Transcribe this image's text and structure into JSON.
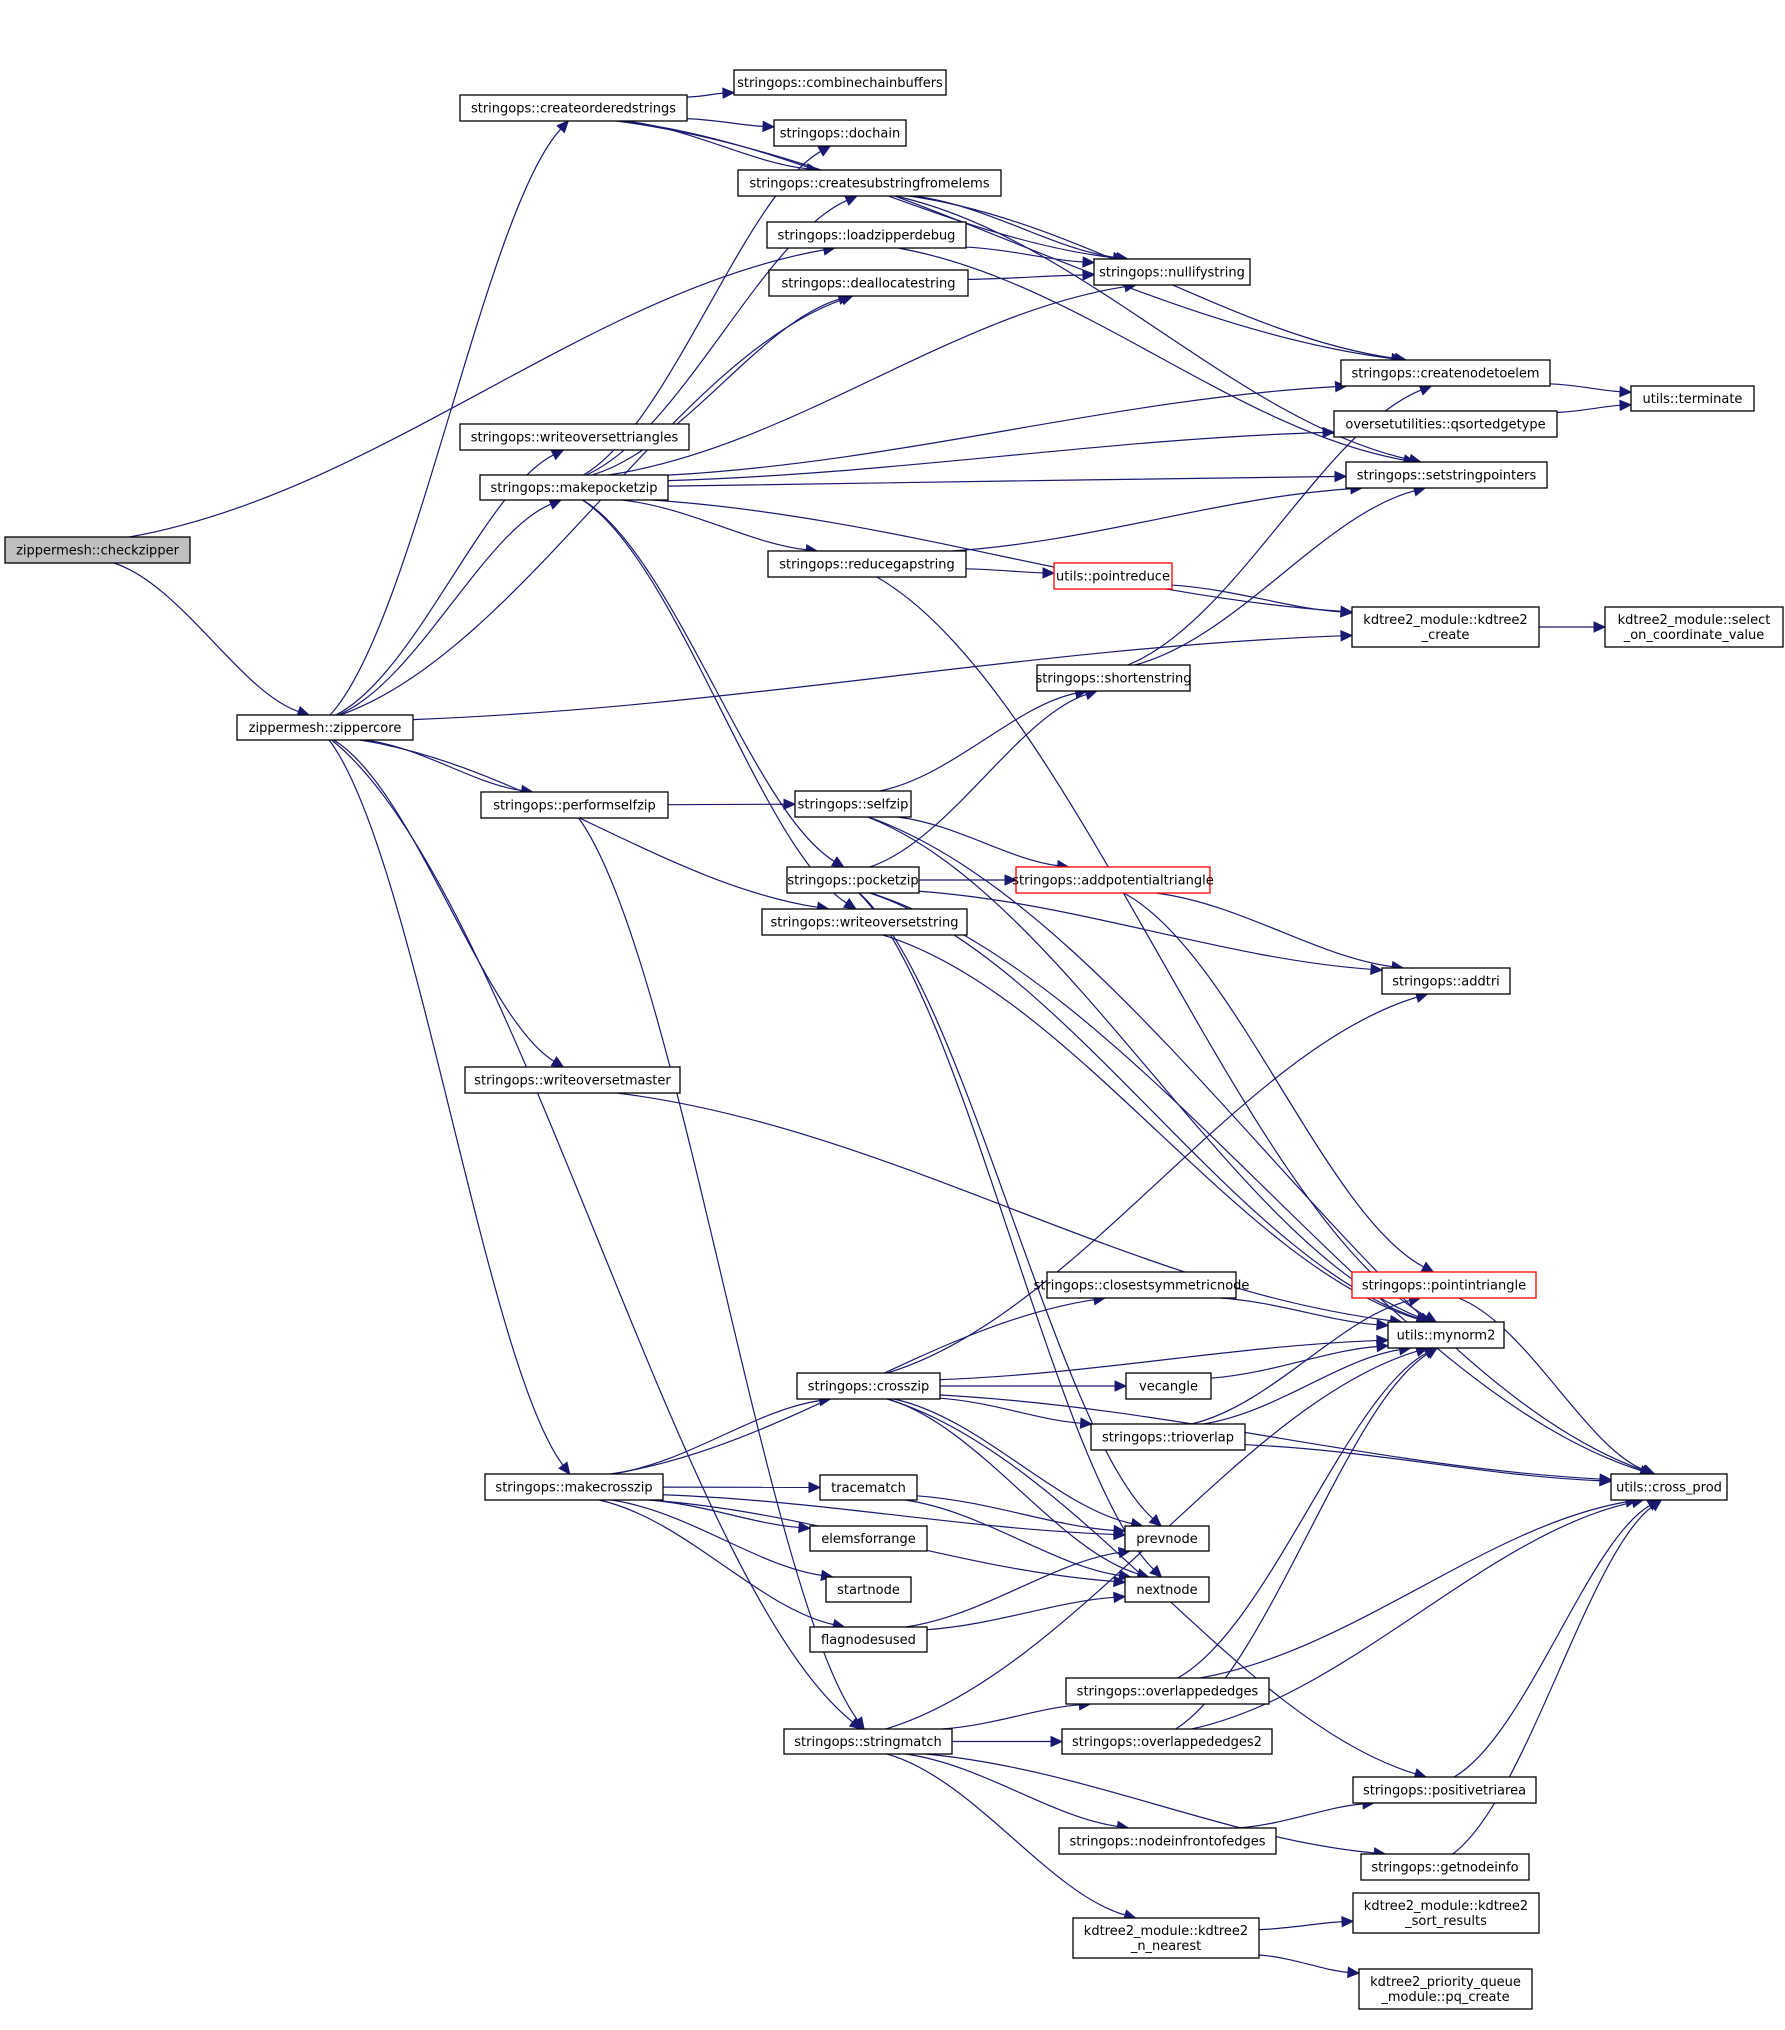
{
  "diagram": {
    "type": "call-graph",
    "colors": {
      "edge": "#191970",
      "root_fill": "#bfbfbf",
      "node_border": "#000000",
      "truncated_border": "#ff0000"
    },
    "nodes": [
      {
        "id": "checkzipper",
        "label": [
          "zippermesh::checkzipper"
        ],
        "style": "root"
      },
      {
        "id": "zippercore",
        "label": [
          "zippermesh::zippercore"
        ],
        "style": "normal"
      },
      {
        "id": "createorderedstrings",
        "label": [
          "stringops::createorderedstrings"
        ],
        "style": "normal"
      },
      {
        "id": "combinechainbuffers",
        "label": [
          "stringops::combinechainbuffers"
        ],
        "style": "normal"
      },
      {
        "id": "dochain",
        "label": [
          "stringops::dochain"
        ],
        "style": "normal"
      },
      {
        "id": "createsubstringfromelems",
        "label": [
          "stringops::createsubstringfromelems"
        ],
        "style": "normal"
      },
      {
        "id": "loadzipperdebug",
        "label": [
          "stringops::loadzipperdebug"
        ],
        "style": "normal"
      },
      {
        "id": "deallocatestring",
        "label": [
          "stringops::deallocatestring"
        ],
        "style": "normal"
      },
      {
        "id": "nullifystring",
        "label": [
          "stringops::nullifystring"
        ],
        "style": "normal"
      },
      {
        "id": "writeoversettriangles",
        "label": [
          "stringops::writeoversettriangles"
        ],
        "style": "normal"
      },
      {
        "id": "makepocketzip",
        "label": [
          "stringops::makepocketzip"
        ],
        "style": "normal"
      },
      {
        "id": "createnodetoelem",
        "label": [
          "stringops::createnodetoelem"
        ],
        "style": "normal"
      },
      {
        "id": "qsortedgetype",
        "label": [
          "oversetutilities::qsortedgetype"
        ],
        "style": "normal"
      },
      {
        "id": "setstringpointers",
        "label": [
          "stringops::setstringpointers"
        ],
        "style": "normal"
      },
      {
        "id": "terminate",
        "label": [
          "utils::terminate"
        ],
        "style": "normal"
      },
      {
        "id": "reducegapstring",
        "label": [
          "stringops::reducegapstring"
        ],
        "style": "normal"
      },
      {
        "id": "pointreduce",
        "label": [
          "utils::pointreduce"
        ],
        "style": "truncated"
      },
      {
        "id": "kdtree2_create",
        "label": [
          "kdtree2_module::kdtree2",
          "_create"
        ],
        "style": "normal"
      },
      {
        "id": "select_on_coordinate_value",
        "label": [
          "kdtree2_module::select",
          "_on_coordinate_value"
        ],
        "style": "normal"
      },
      {
        "id": "shortenstring",
        "label": [
          "stringops::shortenstring"
        ],
        "style": "normal"
      },
      {
        "id": "performselfzip",
        "label": [
          "stringops::performselfzip"
        ],
        "style": "normal"
      },
      {
        "id": "selfzip",
        "label": [
          "stringops::selfzip"
        ],
        "style": "normal"
      },
      {
        "id": "pocketzip",
        "label": [
          "stringops::pocketzip"
        ],
        "style": "normal"
      },
      {
        "id": "addpotentialtriangle",
        "label": [
          "stringops::addpotentialtriangle"
        ],
        "style": "truncated"
      },
      {
        "id": "writeoversetstring",
        "label": [
          "stringops::writeoversetstring"
        ],
        "style": "normal"
      },
      {
        "id": "addtri",
        "label": [
          "stringops::addtri"
        ],
        "style": "normal"
      },
      {
        "id": "writeoversetmaster",
        "label": [
          "stringops::writeoversetmaster"
        ],
        "style": "normal"
      },
      {
        "id": "closestsymmetricnode",
        "label": [
          "stringops::closestsymmetricnode"
        ],
        "style": "normal"
      },
      {
        "id": "pointintriangle",
        "label": [
          "stringops::pointintriangle"
        ],
        "style": "truncated"
      },
      {
        "id": "mynorm2",
        "label": [
          "utils::mynorm2"
        ],
        "style": "normal"
      },
      {
        "id": "crosszip",
        "label": [
          "stringops::crosszip"
        ],
        "style": "normal"
      },
      {
        "id": "vecangle",
        "label": [
          "vecangle"
        ],
        "style": "normal"
      },
      {
        "id": "trioverlap",
        "label": [
          "stringops::trioverlap"
        ],
        "style": "normal"
      },
      {
        "id": "cross_prod",
        "label": [
          "utils::cross_prod"
        ],
        "style": "normal"
      },
      {
        "id": "makecrosszip",
        "label": [
          "stringops::makecrosszip"
        ],
        "style": "normal"
      },
      {
        "id": "tracematch",
        "label": [
          "tracematch"
        ],
        "style": "normal"
      },
      {
        "id": "elemsforrange",
        "label": [
          "elemsforrange"
        ],
        "style": "normal"
      },
      {
        "id": "startnode",
        "label": [
          "startnode"
        ],
        "style": "normal"
      },
      {
        "id": "flagnodesused",
        "label": [
          "flagnodesused"
        ],
        "style": "normal"
      },
      {
        "id": "prevnode",
        "label": [
          "prevnode"
        ],
        "style": "normal"
      },
      {
        "id": "nextnode",
        "label": [
          "nextnode"
        ],
        "style": "normal"
      },
      {
        "id": "overlappededges",
        "label": [
          "stringops::overlappededges"
        ],
        "style": "normal"
      },
      {
        "id": "stringmatch",
        "label": [
          "stringops::stringmatch"
        ],
        "style": "normal"
      },
      {
        "id": "overlappededges2",
        "label": [
          "stringops::overlappededges2"
        ],
        "style": "normal"
      },
      {
        "id": "positivetriarea",
        "label": [
          "stringops::positivetriarea"
        ],
        "style": "normal"
      },
      {
        "id": "nodeinfrontofedges",
        "label": [
          "stringops::nodeinfrontofedges"
        ],
        "style": "normal"
      },
      {
        "id": "getnodeinfo",
        "label": [
          "stringops::getnodeinfo"
        ],
        "style": "normal"
      },
      {
        "id": "kdtree2_n_nearest",
        "label": [
          "kdtree2_module::kdtree2",
          "_n_nearest"
        ],
        "style": "normal"
      },
      {
        "id": "kdtree2_sort_results",
        "label": [
          "kdtree2_module::kdtree2",
          "_sort_results"
        ],
        "style": "normal"
      },
      {
        "id": "pq_create",
        "label": [
          "kdtree2_priority_queue",
          "_module::pq_create"
        ],
        "style": "normal"
      }
    ],
    "edges": [
      [
        "checkzipper",
        "zippercore"
      ],
      [
        "checkzipper",
        "loadzipperdebug"
      ],
      [
        "zippercore",
        "createorderedstrings"
      ],
      [
        "zippercore",
        "deallocatestring"
      ],
      [
        "zippercore",
        "writeoversettriangles"
      ],
      [
        "zippercore",
        "makepocketzip"
      ],
      [
        "zippercore",
        "kdtree2_create"
      ],
      [
        "zippercore",
        "performselfzip"
      ],
      [
        "zippercore",
        "writeoversetstring"
      ],
      [
        "zippercore",
        "writeoversetmaster"
      ],
      [
        "zippercore",
        "makecrosszip"
      ],
      [
        "zippercore",
        "stringmatch"
      ],
      [
        "createorderedstrings",
        "combinechainbuffers"
      ],
      [
        "createorderedstrings",
        "dochain"
      ],
      [
        "createorderedstrings",
        "createsubstringfromelems"
      ],
      [
        "createorderedstrings",
        "nullifystring"
      ],
      [
        "createorderedstrings",
        "createnodetoelem"
      ],
      [
        "createsubstringfromelems",
        "nullifystring"
      ],
      [
        "createsubstringfromelems",
        "createnodetoelem"
      ],
      [
        "createsubstringfromelems",
        "setstringpointers"
      ],
      [
        "loadzipperdebug",
        "nullifystring"
      ],
      [
        "loadzipperdebug",
        "setstringpointers"
      ],
      [
        "deallocatestring",
        "nullifystring"
      ],
      [
        "makepocketzip",
        "dochain"
      ],
      [
        "makepocketzip",
        "createsubstringfromelems"
      ],
      [
        "makepocketzip",
        "deallocatestring"
      ],
      [
        "makepocketzip",
        "nullifystring"
      ],
      [
        "makepocketzip",
        "createnodetoelem"
      ],
      [
        "makepocketzip",
        "qsortedgetype"
      ],
      [
        "makepocketzip",
        "setstringpointers"
      ],
      [
        "makepocketzip",
        "reducegapstring"
      ],
      [
        "makepocketzip",
        "kdtree2_create"
      ],
      [
        "makepocketzip",
        "pocketzip"
      ],
      [
        "makepocketzip",
        "writeoversetstring"
      ],
      [
        "createnodetoelem",
        "terminate"
      ],
      [
        "qsortedgetype",
        "terminate"
      ],
      [
        "reducegapstring",
        "setstringpointers"
      ],
      [
        "reducegapstring",
        "pointreduce"
      ],
      [
        "reducegapstring",
        "mynorm2"
      ],
      [
        "pointreduce",
        "kdtree2_create"
      ],
      [
        "kdtree2_create",
        "select_on_coordinate_value"
      ],
      [
        "shortenstring",
        "createnodetoelem"
      ],
      [
        "shortenstring",
        "setstringpointers"
      ],
      [
        "performselfzip",
        "selfzip"
      ],
      [
        "performselfzip",
        "stringmatch"
      ],
      [
        "selfzip",
        "shortenstring"
      ],
      [
        "selfzip",
        "addpotentialtriangle"
      ],
      [
        "selfzip",
        "cross_prod"
      ],
      [
        "selfzip",
        "mynorm2"
      ],
      [
        "pocketzip",
        "shortenstring"
      ],
      [
        "pocketzip",
        "addpotentialtriangle"
      ],
      [
        "pocketzip",
        "addtri"
      ],
      [
        "pocketzip",
        "cross_prod"
      ],
      [
        "pocketzip",
        "mynorm2"
      ],
      [
        "pocketzip",
        "prevnode"
      ],
      [
        "pocketzip",
        "nextnode"
      ],
      [
        "addpotentialtriangle",
        "addtri"
      ],
      [
        "addpotentialtriangle",
        "pointintriangle"
      ],
      [
        "writeoversetstring",
        "mynorm2"
      ],
      [
        "writeoversetmaster",
        "mynorm2"
      ],
      [
        "makecrosszip",
        "closestsymmetricnode"
      ],
      [
        "makecrosszip",
        "crosszip"
      ],
      [
        "makecrosszip",
        "tracematch"
      ],
      [
        "makecrosszip",
        "elemsforrange"
      ],
      [
        "makecrosszip",
        "startnode"
      ],
      [
        "makecrosszip",
        "flagnodesused"
      ],
      [
        "makecrosszip",
        "prevnode"
      ],
      [
        "makecrosszip",
        "nextnode"
      ],
      [
        "closestsymmetricnode",
        "mynorm2"
      ],
      [
        "pointintriangle",
        "cross_prod"
      ],
      [
        "crosszip",
        "addtri"
      ],
      [
        "crosszip",
        "mynorm2"
      ],
      [
        "crosszip",
        "vecangle"
      ],
      [
        "crosszip",
        "trioverlap"
      ],
      [
        "crosszip",
        "cross_prod"
      ],
      [
        "crosszip",
        "prevnode"
      ],
      [
        "crosszip",
        "nextnode"
      ],
      [
        "crosszip",
        "positivetriarea"
      ],
      [
        "vecangle",
        "mynorm2"
      ],
      [
        "trioverlap",
        "pointintriangle"
      ],
      [
        "trioverlap",
        "mynorm2"
      ],
      [
        "trioverlap",
        "cross_prod"
      ],
      [
        "tracematch",
        "prevnode"
      ],
      [
        "tracematch",
        "nextnode"
      ],
      [
        "flagnodesused",
        "prevnode"
      ],
      [
        "flagnodesused",
        "nextnode"
      ],
      [
        "stringmatch",
        "mynorm2"
      ],
      [
        "stringmatch",
        "overlappededges"
      ],
      [
        "stringmatch",
        "overlappededges2"
      ],
      [
        "stringmatch",
        "nodeinfrontofedges"
      ],
      [
        "stringmatch",
        "getnodeinfo"
      ],
      [
        "stringmatch",
        "kdtree2_n_nearest"
      ],
      [
        "overlappededges",
        "mynorm2"
      ],
      [
        "overlappededges",
        "cross_prod"
      ],
      [
        "overlappededges2",
        "mynorm2"
      ],
      [
        "overlappededges2",
        "cross_prod"
      ],
      [
        "positivetriarea",
        "cross_prod"
      ],
      [
        "nodeinfrontofedges",
        "positivetriarea"
      ],
      [
        "getnodeinfo",
        "cross_prod"
      ],
      [
        "kdtree2_n_nearest",
        "kdtree2_sort_results"
      ],
      [
        "kdtree2_n_nearest",
        "pq_create"
      ]
    ]
  }
}
